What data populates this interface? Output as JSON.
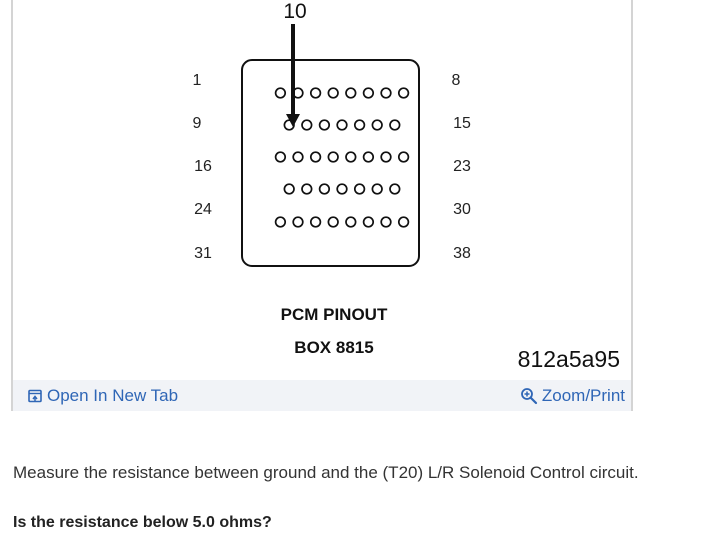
{
  "figure": {
    "callout_label": "10",
    "pin_labels_left": [
      "1",
      "9",
      "16",
      "24",
      "31"
    ],
    "pin_labels_right": [
      "8",
      "15",
      "23",
      "30",
      "38"
    ],
    "pin_rows": [
      8,
      7,
      8,
      7,
      8
    ],
    "caption_line1": "PCM PINOUT",
    "caption_line2": "BOX 8815",
    "figure_id": "812a5a95",
    "colors": {
      "link": "#2f66b6",
      "footer_bg": "#f1f3f7",
      "card_border": "#d4d4d4"
    }
  },
  "footer": {
    "open_tab_label": "Open In New Tab",
    "open_tab_icon": "open-new-tab-icon",
    "zoom_label": "Zoom/Print",
    "zoom_icon": "zoom-in-icon"
  },
  "content": {
    "instruction": "Measure the resistance between ground and the (T20) L/R Solenoid Control circuit.",
    "question": "Is the resistance below 5.0 ohms?"
  }
}
